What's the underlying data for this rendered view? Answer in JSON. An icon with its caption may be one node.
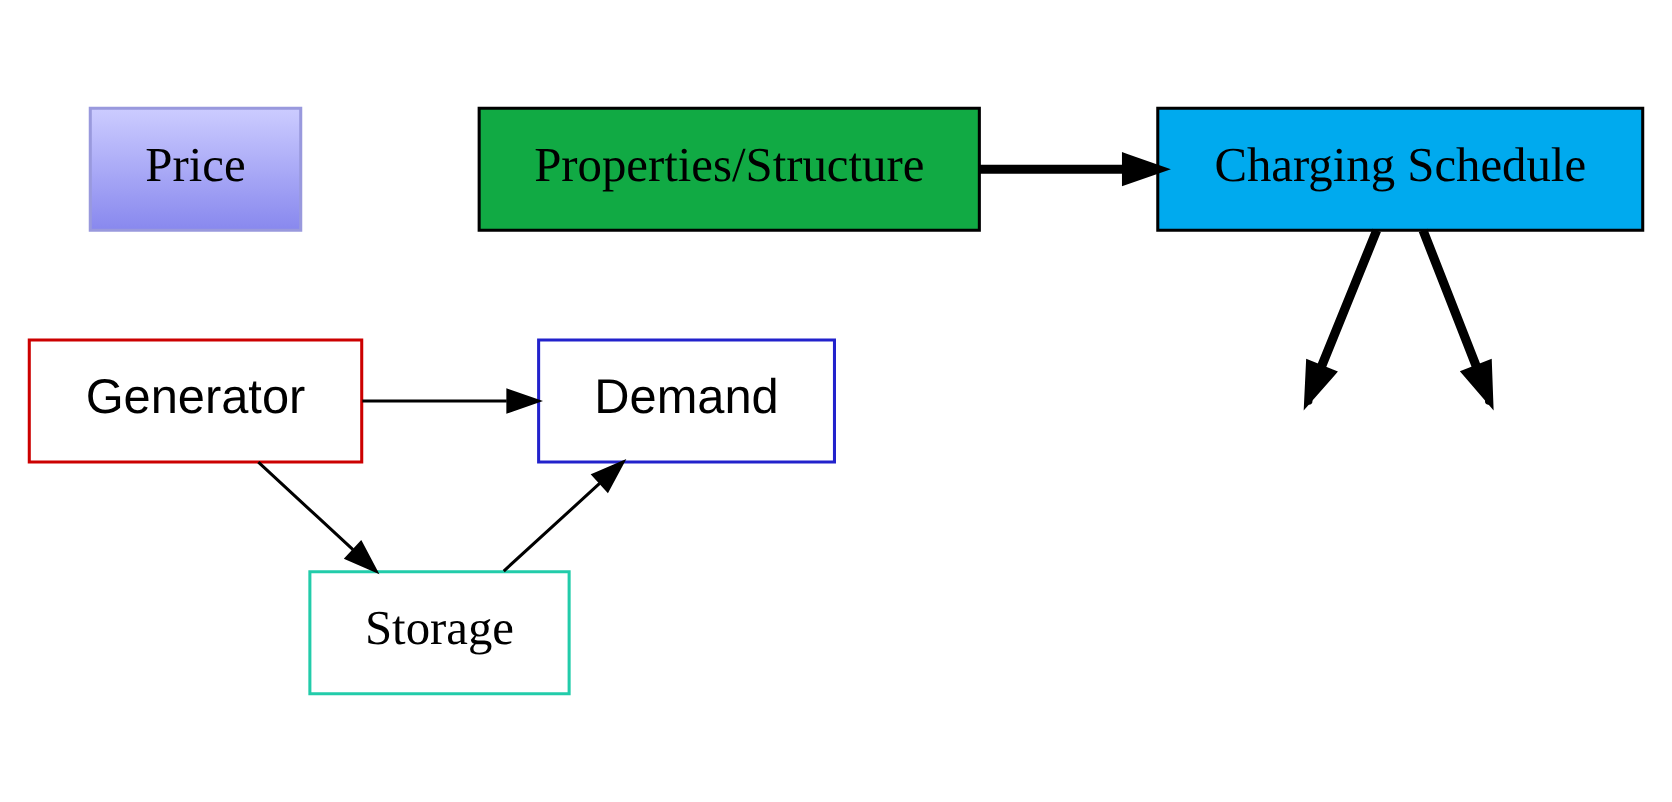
{
  "diagram": {
    "nodes": [
      {
        "text": [
          "Price"
        ]
      },
      {
        "text": [
          "Generator"
        ]
      },
      {
        "text": [
          "Demand"
        ]
      },
      {
        "text": [
          "Storage"
        ]
      },
      {
        "text": [
          "Charging Schedule"
        ]
      },
      {
        "text": [
          "Properties/Structure"
        ]
      }
    ],
    "edges": [
      {
        "from": 1,
        "to": 2,
        "arrow": "to"
      },
      {
        "from": 1,
        "to": 3,
        "arrow": "to"
      },
      {
        "from": 3,
        "to": 2,
        "arrow": "to"
      },
      {
        "from": 4,
        "to": null,
        "arrow": "to",
        "style": "thick"
      },
      {
        "from": 4,
        "to": null,
        "arrow": "to",
        "style": "thick"
      },
      {
        "from": 5,
        "to": 4,
        "arrow": "to",
        "style": "thick"
      }
    ]
  }
}
